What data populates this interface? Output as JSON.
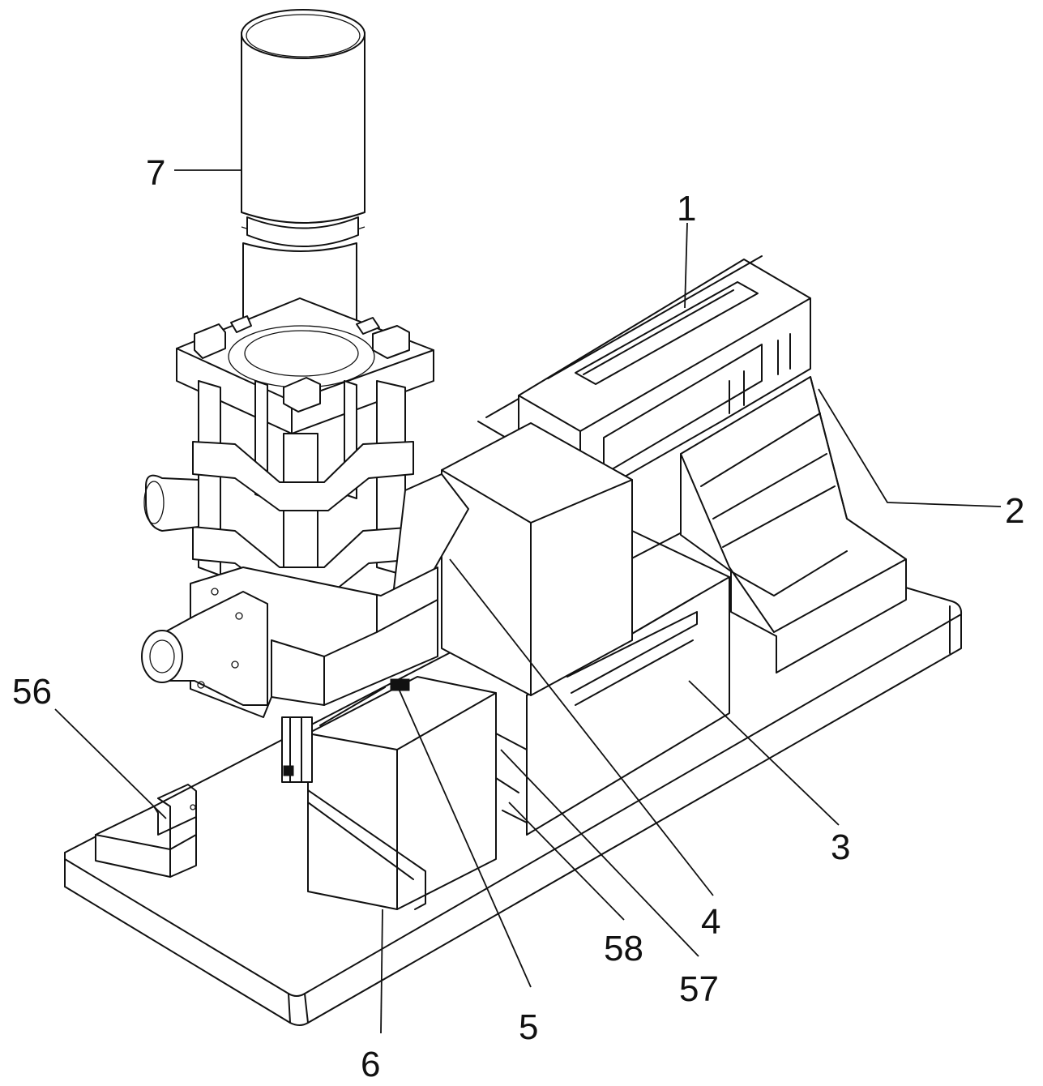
{
  "labels": [
    {
      "id": "7",
      "text": "7"
    },
    {
      "id": "1",
      "text": "1"
    },
    {
      "id": "2",
      "text": "2"
    },
    {
      "id": "56",
      "text": "56"
    },
    {
      "id": "3",
      "text": "3"
    },
    {
      "id": "4",
      "text": "4"
    },
    {
      "id": "58",
      "text": "58"
    },
    {
      "id": "57",
      "text": "57"
    },
    {
      "id": "5",
      "text": "5"
    },
    {
      "id": "6",
      "text": "6"
    }
  ],
  "colors": {
    "line": "#111111",
    "background": "#ffffff"
  }
}
